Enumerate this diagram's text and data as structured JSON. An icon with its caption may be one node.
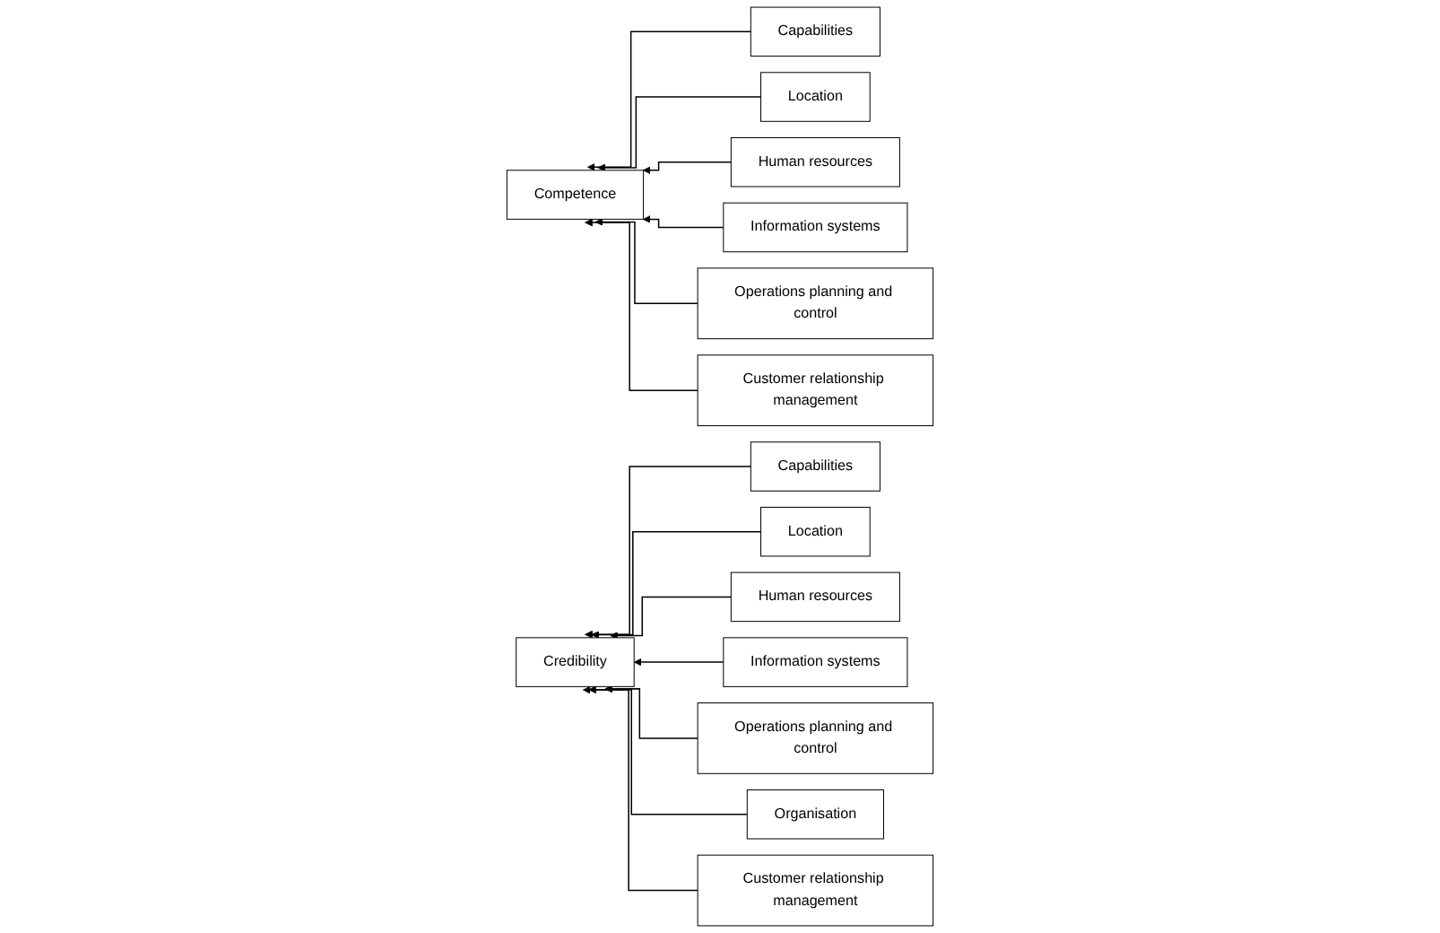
{
  "diagram": {
    "nodes": [
      {
        "text": [
          "Competence"
        ]
      },
      {
        "text": [
          "Capabilities"
        ]
      },
      {
        "text": [
          "Location"
        ]
      },
      {
        "text": [
          "Human resources"
        ]
      },
      {
        "text": [
          "Information systems"
        ]
      },
      {
        "text": [
          "Operations planning and control"
        ]
      },
      {
        "text": [
          "Customer relationship management"
        ]
      },
      {
        "text": [
          "Credibility"
        ]
      },
      {
        "text": [
          "Capabilities"
        ]
      },
      {
        "text": [
          "Location"
        ]
      },
      {
        "text": [
          "Human resources"
        ]
      },
      {
        "text": [
          "Information systems"
        ]
      },
      {
        "text": [
          "Operations planning and control"
        ]
      },
      {
        "text": [
          "Organisation"
        ]
      },
      {
        "text": [
          "Customer relationship management"
        ]
      }
    ],
    "edges": [
      {
        "from": 1,
        "to": 0,
        "arrow": "to"
      },
      {
        "from": 2,
        "to": 0,
        "arrow": "to"
      },
      {
        "from": 3,
        "to": 0,
        "arrow": "to"
      },
      {
        "from": 4,
        "to": 0,
        "arrow": "to"
      },
      {
        "from": 5,
        "to": 0,
        "arrow": "to"
      },
      {
        "from": 6,
        "to": 0,
        "arrow": "to"
      },
      {
        "from": 8,
        "to": 7,
        "arrow": "to"
      },
      {
        "from": 9,
        "to": 7,
        "arrow": "to"
      },
      {
        "from": 10,
        "to": 7,
        "arrow": "to"
      },
      {
        "from": 11,
        "to": 7,
        "arrow": "to"
      },
      {
        "from": 12,
        "to": 7,
        "arrow": "to"
      },
      {
        "from": 13,
        "to": 7,
        "arrow": "to"
      },
      {
        "from": 14,
        "to": 7,
        "arrow": "to"
      }
    ]
  }
}
